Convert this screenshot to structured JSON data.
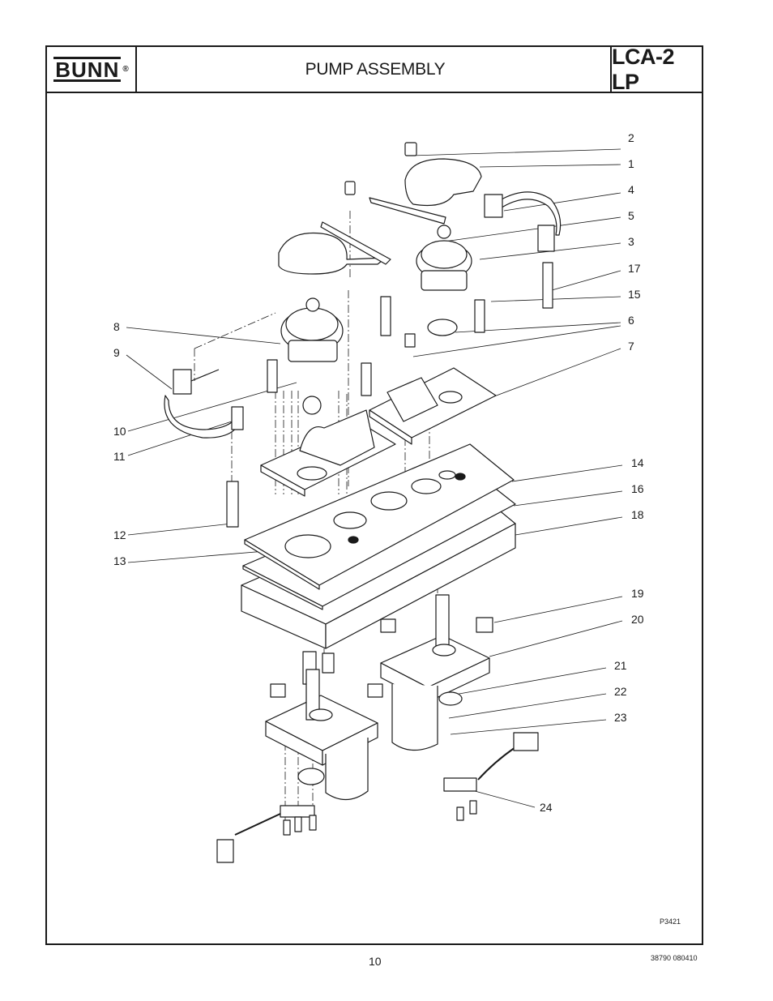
{
  "header": {
    "logo_text": "BUNN",
    "logo_mark": "®",
    "title": "PUMP ASSEMBLY",
    "model": "LCA-2 LP"
  },
  "callouts": {
    "c1": "1",
    "c2": "2",
    "c3": "3",
    "c4": "4",
    "c5": "5",
    "c6": "6",
    "c7": "7",
    "c8": "8",
    "c9": "9",
    "c10": "10",
    "c11": "11",
    "c12": "12",
    "c13": "13",
    "c14": "14",
    "c15": "15",
    "c16": "16",
    "c17": "17",
    "c18": "18",
    "c19": "19",
    "c20": "20",
    "c21": "21",
    "c22": "22",
    "c23": "23",
    "c24": "24"
  },
  "drawing_number": "P3421",
  "footer": {
    "page_number": "10",
    "document_number": "38790 080410"
  }
}
